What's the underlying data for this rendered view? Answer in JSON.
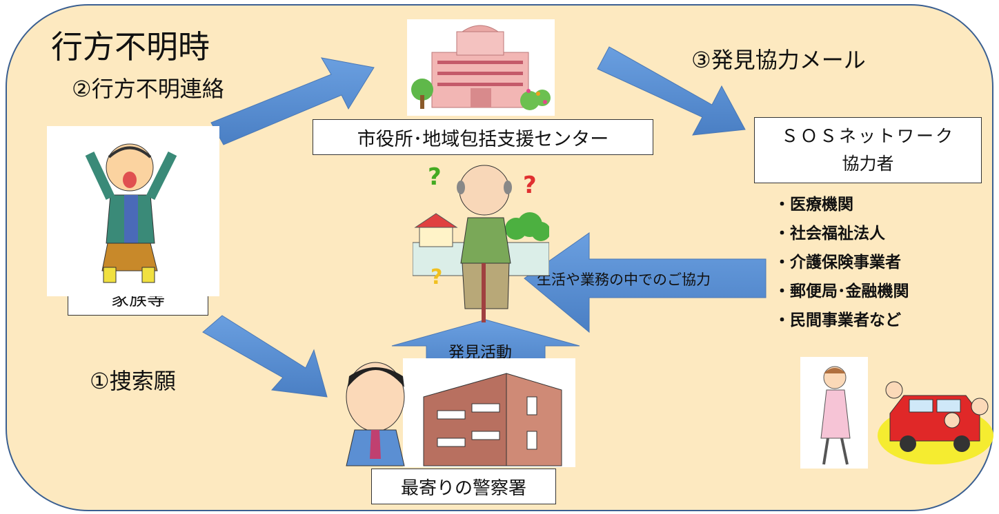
{
  "title": "行方不明時",
  "steps": {
    "step1": "①捜索願",
    "step2": "②行方不明連絡",
    "step3": "③発見協力メール"
  },
  "nodes": {
    "city_hall": "市役所･地域包括支援センター",
    "family": "家族等",
    "police": "最寄りの警察署",
    "network_line1": "ＳＯＳネットワーク",
    "network_line2": "協力者"
  },
  "arrow_labels": {
    "cooperation": "生活や業務の中でのご協力",
    "discovery": "発見活動"
  },
  "cooperators": [
    "医療機関",
    "社会福祉法人",
    "介護保険事業者",
    "郵便局･金融機関",
    "民間事業者など"
  ],
  "colors": {
    "background": "#fde9c0",
    "border": "#3a5f91",
    "arrow": "#5b8fd3"
  },
  "icons": [
    "confused-elderly-man-icon",
    "question-mark-icon",
    "house-icon",
    "tree-icon",
    "city-hall-building-icon",
    "panicked-family-member-icon",
    "police-officer-icon",
    "police-station-building-icon",
    "walking-woman-icon",
    "welfare-van-icon"
  ]
}
